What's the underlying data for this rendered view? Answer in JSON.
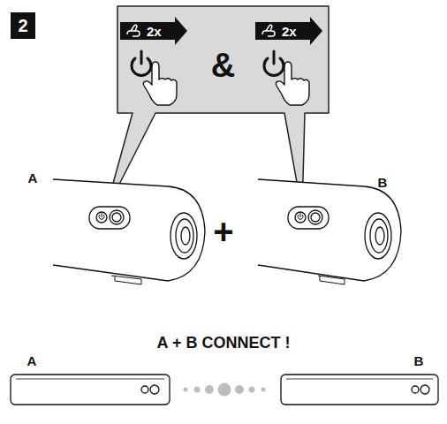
{
  "diagram": {
    "nodes": [
      {
        "text": [
          "2"
        ]
      },
      {
        "text": [
          "&"
        ]
      },
      {
        "text": [
          "2x"
        ],
        "in": 1
      },
      {
        "text": [
          "2x"
        ],
        "in": 1
      }
    ],
    "labels": [
      "A",
      "B",
      "+",
      "A + B CONNECT !",
      "A",
      "B"
    ]
  }
}
